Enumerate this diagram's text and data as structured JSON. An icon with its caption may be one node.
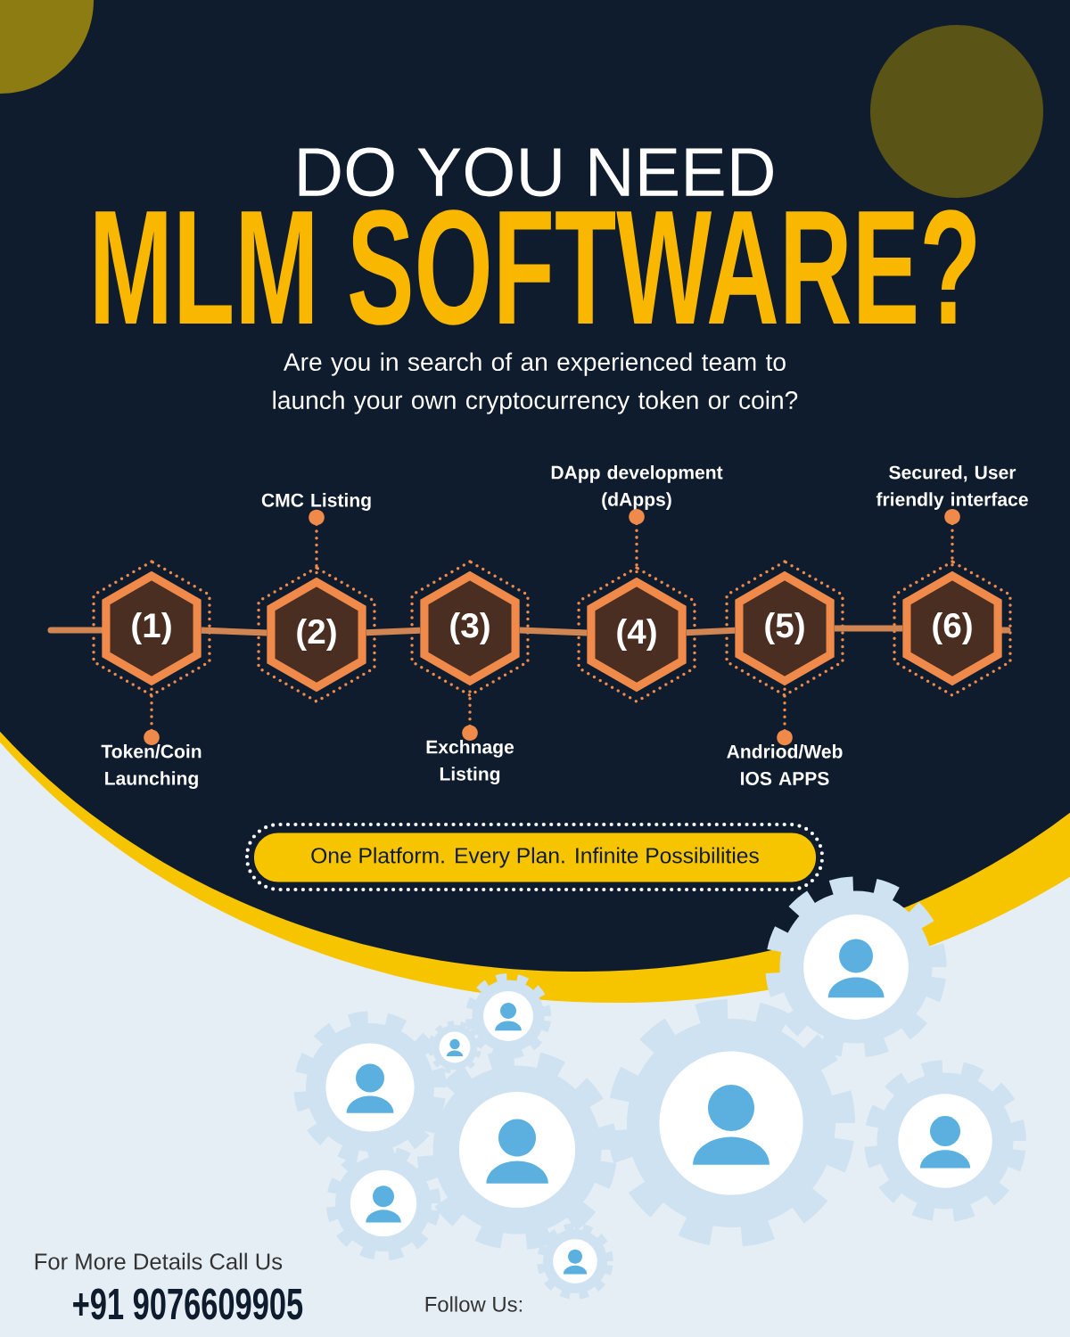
{
  "diagram": {
    "nodes": [
      {
        "text": [
          "(1)"
        ]
      },
      {
        "text": [
          "(2)"
        ]
      },
      {
        "text": [
          "(3)"
        ]
      },
      {
        "text": [
          "(4)"
        ]
      },
      {
        "text": [
          "(5)"
        ]
      },
      {
        "text": [
          "(6)"
        ]
      },
      {
        "text": [
          "Token/Coin Launching"
        ]
      },
      {
        "text": [
          "CMC Listing"
        ]
      },
      {
        "text": [
          "Exchnage Listing"
        ]
      },
      {
        "text": [
          "DApp development (dApps)"
        ]
      },
      {
        "text": [
          "Andriod/Web IOS APPS"
        ]
      },
      {
        "text": [
          "Secured, User friendly interface"
        ]
      },
      {
        "text": [
          "One Platform. Every Plan. Infinite Possibilities"
        ]
      }
    ],
    "edges": [
      {
        "from": 0,
        "to": 1,
        "arrow": "none",
        "style": "thick"
      },
      {
        "from": 1,
        "to": 2,
        "arrow": "none",
        "style": "thick"
      },
      {
        "from": 2,
        "to": 3,
        "arrow": "none",
        "style": "thick"
      },
      {
        "from": 3,
        "to": 4,
        "arrow": "none",
        "style": "thick"
      },
      {
        "from": 4,
        "to": 5,
        "arrow": "none",
        "style": "thick"
      },
      {
        "from": 6,
        "to": 0,
        "arrow": "other",
        "style": "dashed"
      },
      {
        "from": 7,
        "to": 1,
        "arrow": "other",
        "style": "dashed"
      },
      {
        "from": 8,
        "to": 2,
        "arrow": "other",
        "style": "dashed"
      },
      {
        "from": 9,
        "to": 3,
        "arrow": "other",
        "style": "dashed"
      },
      {
        "from": 10,
        "to": 4,
        "arrow": "other",
        "style": "dashed"
      },
      {
        "from": 11,
        "to": 5,
        "arrow": "other",
        "style": "dashed"
      }
    ],
    "labels": [
      "DO YOU NEED",
      "MLM SOFTWARE?",
      "Are you in search of an experienced team to launch your own cryptocurrency token or coin?",
      "For More Details Call Us",
      "+91 9076609905",
      "Follow Us:"
    ]
  }
}
